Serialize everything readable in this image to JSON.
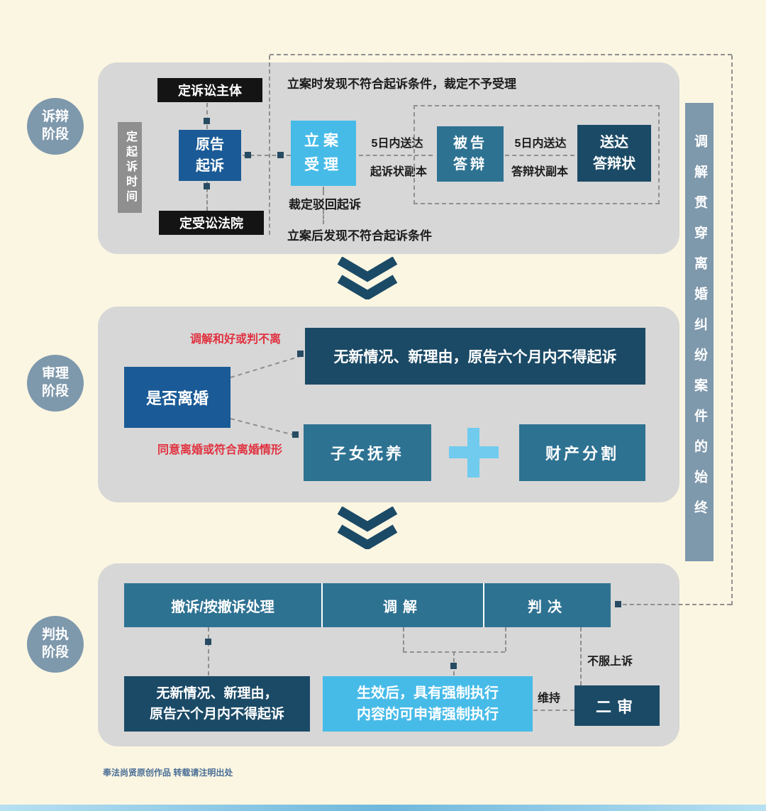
{
  "colors": {
    "background": "#FBF6E2",
    "panel_gray": "#D7D7D7",
    "stage_circle": "#7E98AC",
    "mediation_bar": "#7E98AC",
    "navy_box": "#1B4A66",
    "blue_box": "#1A5A96",
    "steel_box": "#2E7292",
    "light_blue_box": "#47BBE8",
    "plus_blue": "#70CBEE",
    "black_box": "#141414",
    "gray_box": "#8F8F8F",
    "red_text": "#E03240",
    "dash_gray": "#8f8f8f"
  },
  "stages": [
    {
      "label": "诉辩\n阶段"
    },
    {
      "label": "审理\n阶段"
    },
    {
      "label": "判执\n阶段"
    }
  ],
  "mediation_bar": {
    "label": "调解贯穿离婚纠纷案件的始终"
  },
  "litigation": {
    "subject": "定诉讼主体",
    "time": "定起诉时间",
    "plaintiff": "原告\n起诉",
    "court": "定受讼法院",
    "filing": "立案\n受理",
    "note_top": "立案时发现不符合起诉条件，裁定不予受理",
    "serve1_top": "5日内送达",
    "serve1_bottom": "起诉状副本",
    "defendant": "被告\n答辩",
    "serve2_top": "5日内送达",
    "serve2_bottom": "答辩状副本",
    "deliver": "送达\n答辩状",
    "note_reject": "裁定驳回起诉",
    "note_after": "立案后发现不符合起诉条件"
  },
  "trial": {
    "question": "是否离婚",
    "label_no": "调解和好或判不离",
    "no_new": "无新情况、新理由，原告六个月内不得起诉",
    "label_yes": "同意离婚或符合离婚情形",
    "custody": "子女抚养",
    "property": "财产分割"
  },
  "judgment": {
    "header": [
      "撤诉/按撤诉处理",
      "调解",
      "判决"
    ],
    "withdraw_result": "无新情况、新理由，\n原告六个月内不得起诉",
    "enforce_result": "生效后，具有强制执行\n内容的可申请强制执行",
    "appeal": "不服上诉",
    "maintain": "维持",
    "second_instance": "二审"
  },
  "footer": {
    "text": "奉法尚贤原创作品 转载请注明出处"
  }
}
